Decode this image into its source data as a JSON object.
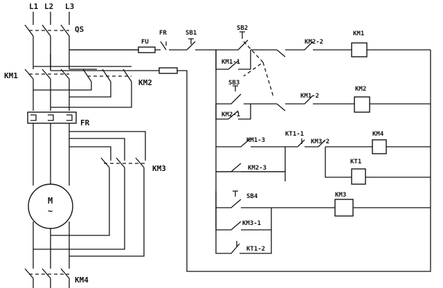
{
  "phases": {
    "l1": "L1",
    "l2": "L2",
    "l3": "L3"
  },
  "main_switch": "QS",
  "contactors": {
    "km1": "KM1",
    "km2": "KM2",
    "km3": "KM3",
    "km4": "KM4"
  },
  "overload_relay": "FR",
  "motor": {
    "letter": "M",
    "symbol": "~"
  },
  "control": {
    "fuse": "FU",
    "fr": "FR",
    "sb1": "SB1",
    "sb2": "SB2",
    "sb3": "SB3",
    "sb4": "SB4",
    "km1_1": "KM1-1",
    "km1_2": "KM1-2",
    "km1_3": "KM1-3",
    "km2_1": "KM2-1",
    "km2_2": "KM2-2",
    "km2_3": "KM2-3",
    "km3_1": "KM3-1",
    "km3_2": "KM3-2",
    "kt1_1": "KT1-1",
    "kt1_2": "KT1-2",
    "coil_km1": "KM1",
    "coil_km2": "KM2",
    "coil_km3": "KM3",
    "coil_km4": "KM4",
    "coil_kt1": "KT1"
  },
  "colors": {
    "line": "#111111",
    "background": "#ffffff"
  }
}
